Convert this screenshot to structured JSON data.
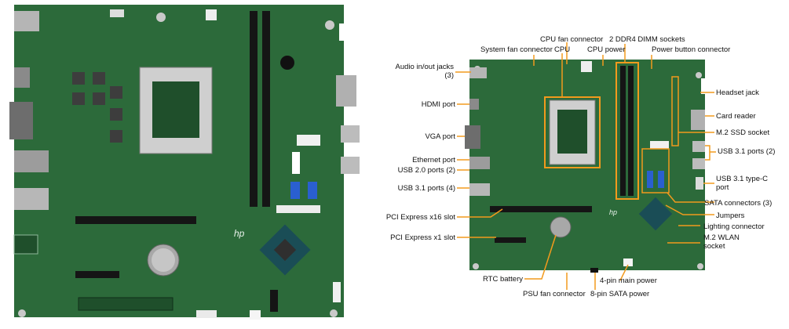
{
  "colors": {
    "pcb": "#2c6a3a",
    "pcb_dark": "#1f4f2b",
    "callout": "#f29a1d",
    "socket": "#c9c9c9",
    "slot": "#1a1a1a",
    "label_text": "#111111"
  },
  "left_board": {
    "logo_text": "hp"
  },
  "right_board": {
    "logo_text": "hp"
  },
  "callouts": {
    "system_fan_connector": "System fan connector",
    "cpu_fan_connector": "CPU fan connector",
    "cpu": "CPU",
    "cpu_power": "CPU power",
    "ddr4_dimm_sockets": "2 DDR4 DIMM sockets",
    "power_button_connector": "Power button connector",
    "audio_jacks": "Audio in/out jacks (3)",
    "headset_jack": "Headset jack",
    "hdmi_port": "HDMI port",
    "card_reader": "Card reader",
    "m2_ssd_socket": "M.2 SSD socket",
    "vga_port": "VGA port",
    "usb31_ports_2": "USB 3.1 ports (2)",
    "ethernet_port": "Ethernet port",
    "usb20_ports": "USB 2.0 ports (2)",
    "usb31_typec": "USB 3.1 type-C port",
    "usb31_ports_4": "USB 3.1 ports (4)",
    "sata_connectors": "SATA connectors (3)",
    "pci_x16": "PCI Express x16 slot",
    "jumpers": "Jumpers",
    "lighting_connector": "Lighting connector",
    "pci_x1": "PCI Express x1 slot",
    "m2_wlan": "M.2 WLAN socket",
    "rtc_battery": "RTC battery",
    "four_pin_main_power": "4-pin main power",
    "psu_fan_connector": "PSU fan connector",
    "eight_pin_sata_power": "8-pin SATA power"
  }
}
